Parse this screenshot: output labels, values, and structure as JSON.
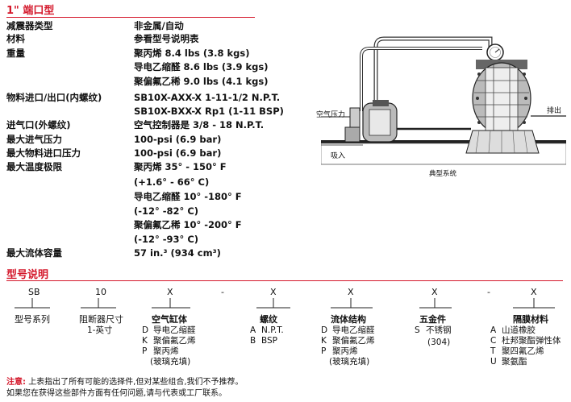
{
  "section1_title": "1\" 端口型",
  "specs": [
    {
      "label": "减震器类型",
      "value": "非金属/自动"
    },
    {
      "label": "材料",
      "value": "参看型号说明表"
    },
    {
      "label": "重量",
      "value": "聚丙烯   8.4 lbs (3.8 kgs)"
    },
    {
      "label": "",
      "value": "导电乙缩醛  8.6 lbs (3.9 kgs)"
    },
    {
      "label": "",
      "value": "聚偏氟乙稀  9.0 lbs (4.1 kgs)"
    },
    {
      "label": "物料进口/出口(内螺纹)",
      "value": "SB10X-AXX-X  1-11-1/2 N.P.T."
    },
    {
      "label": "",
      "value": "SB10X-BXX-X  Rp1 (1-11 BSP)"
    },
    {
      "label": "进气口(外螺纹)",
      "value": "空气控制器是 3/8 - 18 N.P.T."
    },
    {
      "label": "最大进气压力",
      "value": "100-psi (6.9 bar)"
    },
    {
      "label": "最大物料进口压力",
      "value": "100-psi (6.9 bar)"
    },
    {
      "label": "最大温度极限",
      "value": "聚丙烯      35° - 150° F"
    },
    {
      "label": "",
      "value": "(+1.6° - 66° C)"
    },
    {
      "label": "",
      "value": "导电乙缩醛  10° -180° F"
    },
    {
      "label": "",
      "value": "(-12° -82° C)"
    },
    {
      "label": "",
      "value": "聚偏氟乙稀  10° -200° F"
    },
    {
      "label": "",
      "value": "(-12° -93° C)"
    },
    {
      "label": "最大流体容量",
      "value": "57 in.³ (934 cm³)"
    }
  ],
  "diagram": {
    "air_pressure_label": "空气压力",
    "outlet_label": "排出",
    "suction_label": "吸入",
    "caption": "典型系统"
  },
  "section2_title": "型号说明",
  "model_codes": [
    "SB",
    "10",
    "X",
    "-",
    "X",
    "X",
    "X",
    "-",
    "X"
  ],
  "columns": [
    {
      "title": "型号系列",
      "options": []
    },
    {
      "title": "阻断器尺寸",
      "options": [
        {
          "code": "",
          "text": "1-英寸"
        }
      ]
    },
    {
      "title": "空气缸体",
      "options": [
        {
          "code": "D",
          "text": "导电乙缩醛"
        },
        {
          "code": "K",
          "text": "聚偏氟乙烯"
        },
        {
          "code": "P",
          "text": "聚丙烯"
        },
        {
          "code": "",
          "text": "(玻璃充填)"
        }
      ]
    },
    {
      "title": "螺纹",
      "options": [
        {
          "code": "A",
          "text": "N.P.T."
        },
        {
          "code": "B",
          "text": "BSP"
        }
      ]
    },
    {
      "title": "流体结构",
      "options": [
        {
          "code": "D",
          "text": "导电乙缩醛"
        },
        {
          "code": "K",
          "text": "聚偏氟乙烯"
        },
        {
          "code": "P",
          "text": "聚丙烯"
        },
        {
          "code": "",
          "text": "(玻璃充填)"
        }
      ]
    },
    {
      "title": "五金件",
      "options": [
        {
          "code": "S",
          "text": "不锈钢"
        },
        {
          "code": "",
          "text": "(304)"
        }
      ]
    },
    {
      "title": "隔膜材料",
      "options": [
        {
          "code": "A",
          "text": "山道橡胶"
        },
        {
          "code": "C",
          "text": "杜邦聚酯弹性体"
        },
        {
          "code": "T",
          "text": "聚四氟乙烯"
        },
        {
          "code": "U",
          "text": "聚氨酯"
        }
      ]
    }
  ],
  "footnote_label": "注意:",
  "footnote1": "上表指出了所有可能的选择件,但对某些组合,我们不予推荐。",
  "footnote2": "如果您在获得这些部件方面有任何问题,请与代表或工厂联系。"
}
